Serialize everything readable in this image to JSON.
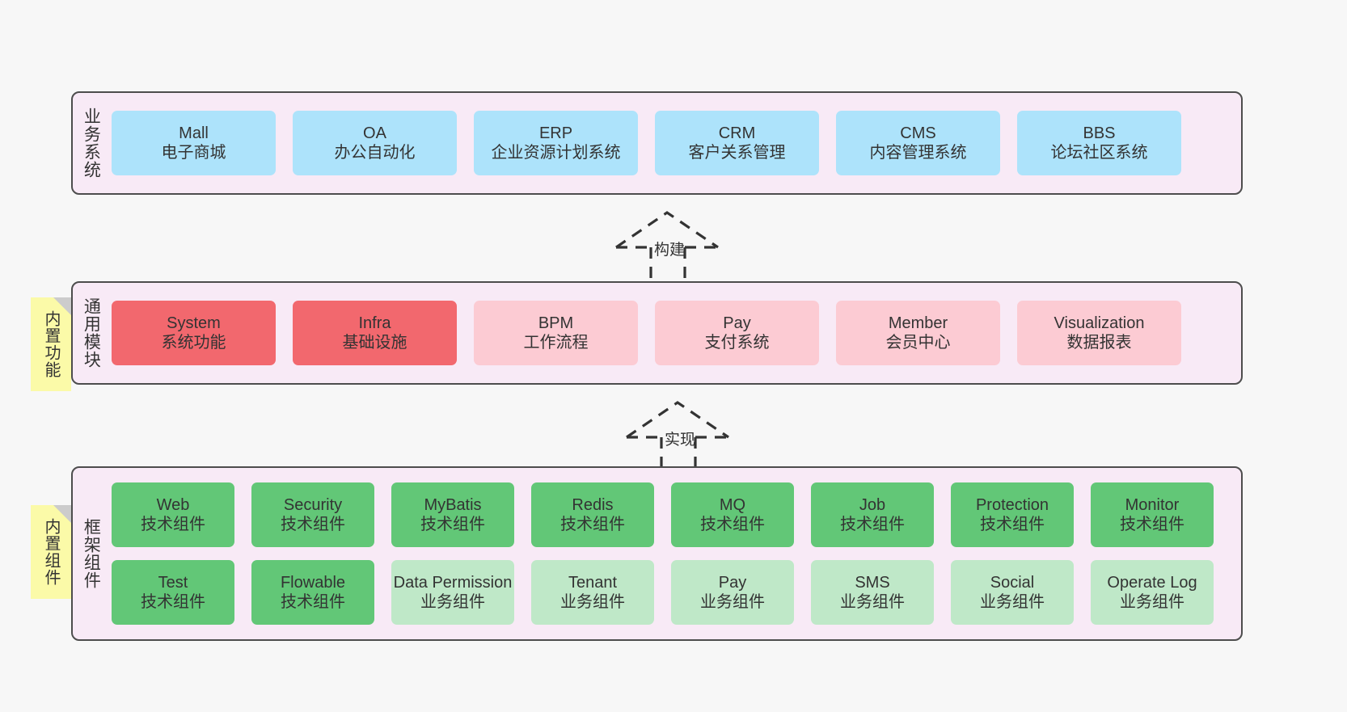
{
  "diagram": {
    "background": "#f7f7f7",
    "layers": [
      {
        "id": "business-system",
        "title": "业务系统",
        "nodes": [
          {
            "name": "Mall",
            "desc": "电子商城",
            "color": "#ade3fb"
          },
          {
            "name": "OA",
            "desc": "办公自动化",
            "color": "#ade3fb"
          },
          {
            "name": "ERP",
            "desc": "企业资源计划系统",
            "color": "#ade3fb"
          },
          {
            "name": "CRM",
            "desc": "客户关系管理",
            "color": "#ade3fb"
          },
          {
            "name": "CMS",
            "desc": "内容管理系统",
            "color": "#ade3fb"
          },
          {
            "name": "BBS",
            "desc": "论坛社区系统",
            "color": "#ade3fb"
          }
        ]
      },
      {
        "id": "common-module",
        "title": "通用模块",
        "nodes": [
          {
            "name": "System",
            "desc": "系统功能",
            "color": "#f2686e"
          },
          {
            "name": "Infra",
            "desc": "基础设施",
            "color": "#f2686e"
          },
          {
            "name": "BPM",
            "desc": "工作流程",
            "color": "#fccbd3"
          },
          {
            "name": "Pay",
            "desc": "支付系统",
            "color": "#fccbd3"
          },
          {
            "name": "Member",
            "desc": "会员中心",
            "color": "#fccbd3"
          },
          {
            "name": "Visualization",
            "desc": "数据报表",
            "color": "#fccbd3"
          }
        ]
      },
      {
        "id": "framework-component",
        "title": "框架组件",
        "rows": [
          [
            {
              "name": "Web",
              "desc": "技术组件",
              "color": "#62c777"
            },
            {
              "name": "Security",
              "desc": "技术组件",
              "color": "#62c777"
            },
            {
              "name": "MyBatis",
              "desc": "技术组件",
              "color": "#62c777"
            },
            {
              "name": "Redis",
              "desc": "技术组件",
              "color": "#62c777"
            },
            {
              "name": "MQ",
              "desc": "技术组件",
              "color": "#62c777"
            },
            {
              "name": "Job",
              "desc": "技术组件",
              "color": "#62c777"
            },
            {
              "name": "Protection",
              "desc": "技术组件",
              "color": "#62c777"
            },
            {
              "name": "Monitor",
              "desc": "技术组件",
              "color": "#62c777"
            }
          ],
          [
            {
              "name": "Test",
              "desc": "技术组件",
              "color": "#62c777"
            },
            {
              "name": "Flowable",
              "desc": "技术组件",
              "color": "#62c777"
            },
            {
              "name": "Data Permission",
              "desc": "业务组件",
              "color": "#bfe8c8"
            },
            {
              "name": "Tenant",
              "desc": "业务组件",
              "color": "#bfe8c8"
            },
            {
              "name": "Pay",
              "desc": "业务组件",
              "color": "#bfe8c8"
            },
            {
              "name": "SMS",
              "desc": "业务组件",
              "color": "#bfe8c8"
            },
            {
              "name": "Social",
              "desc": "业务组件",
              "color": "#bfe8c8"
            },
            {
              "name": "Operate Log",
              "desc": "业务组件",
              "color": "#bfe8c8"
            }
          ]
        ]
      }
    ],
    "connectors": [
      {
        "id": "build",
        "label": "构建"
      },
      {
        "id": "realize",
        "label": "实现"
      }
    ],
    "notes": [
      {
        "id": "builtin-function",
        "label": "内置功能",
        "color": "#fbfaa8"
      },
      {
        "id": "builtin-component",
        "label": "内置组件",
        "color": "#fbfaa8"
      }
    ]
  }
}
